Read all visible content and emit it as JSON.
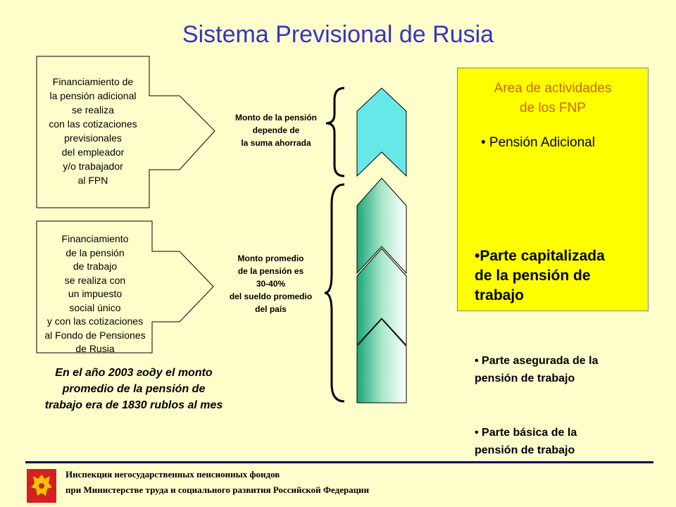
{
  "title": "Sistema Previsional de Rusia",
  "arrow_top_text": "Financiamiento de\nla pensión adicional\nse realiza\ncon las cotizaciones\nprevisionales\ndel empleador\ny/o trabajador\nal FPN",
  "arrow_bottom_text": "Financiamiento\nde la pensión\nde trabajo\nse realiza con\nun impuesto\nsocial único\ny con las cotizaciones\nal Fondo de Pensiones\nde Rusia",
  "mid_top_text": "Monto de la pensión\ndepende de\nla suma ahorrada",
  "mid_bottom_text": "Monto promedio\nde la pensión es\n30-40%\ndel sueldo promedio\ndel país",
  "note": "En el año 2003 году el monto\npromedio de la pensión de\ntrabajo era de 1830 rublos al mes",
  "fnp": {
    "title": "Area de actividades\nde los FNP",
    "bullet_additional": "• Pensión Adicional",
    "bullet_capitalized": "•Parte capitalizada\nde la pensión de\ntrabajo"
  },
  "bullet_insured": "• Parte asegurada de la\npensión de trabajo",
  "bullet_basic": "• Parte básica de la\npensión de trabajo",
  "footer": {
    "line1": "Инспекция негосударственных пенсионных фондов",
    "line2": "при Министерстве труда  и социального развития Российской Федерации"
  },
  "colors": {
    "background": "#ffffcc",
    "title": "#3333cc",
    "fnp_box": "#ffff00",
    "fnp_title": "#cc6600",
    "chevron_cyan": "#66e8e8",
    "chevron_green": "#1aa67a",
    "footer_rule": "#000066"
  }
}
